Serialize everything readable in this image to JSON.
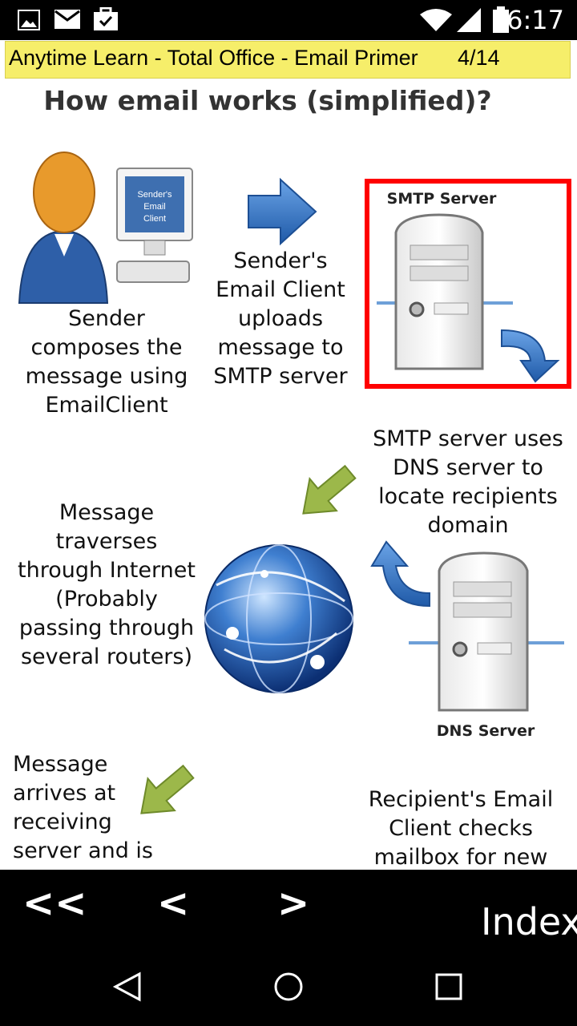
{
  "status": {
    "time": "6:17"
  },
  "header": {
    "title": "Anytime Learn - Total Office - Email Primer",
    "page": "4/14"
  },
  "slide": {
    "heading": "How email works (simplified)?",
    "images": {
      "smtp_label": "SMTP Server",
      "dns_label": "DNS Server",
      "monitor_label": "Sender's Email Client"
    },
    "captions": {
      "sender": "Sender composes the message using EmailClient",
      "upload": "Sender's Email Client uploads message to SMTP server",
      "dns": "SMTP server uses DNS server to locate recipients domain",
      "internet": "Message traverses through Internet (Probably passing through several routers)",
      "arrives": "Message arrives at receiving server and is",
      "recipient": "Recipient's Email Client checks mailbox for new"
    }
  },
  "nav": {
    "first": "<<",
    "prev": "<",
    "next": ">",
    "index": "Index"
  },
  "colors": {
    "title_bar": "#f6ee6a",
    "highlight": "#ff0000",
    "arrow_blue": "#2f6fbf",
    "arrow_green": "#9cb84a"
  }
}
